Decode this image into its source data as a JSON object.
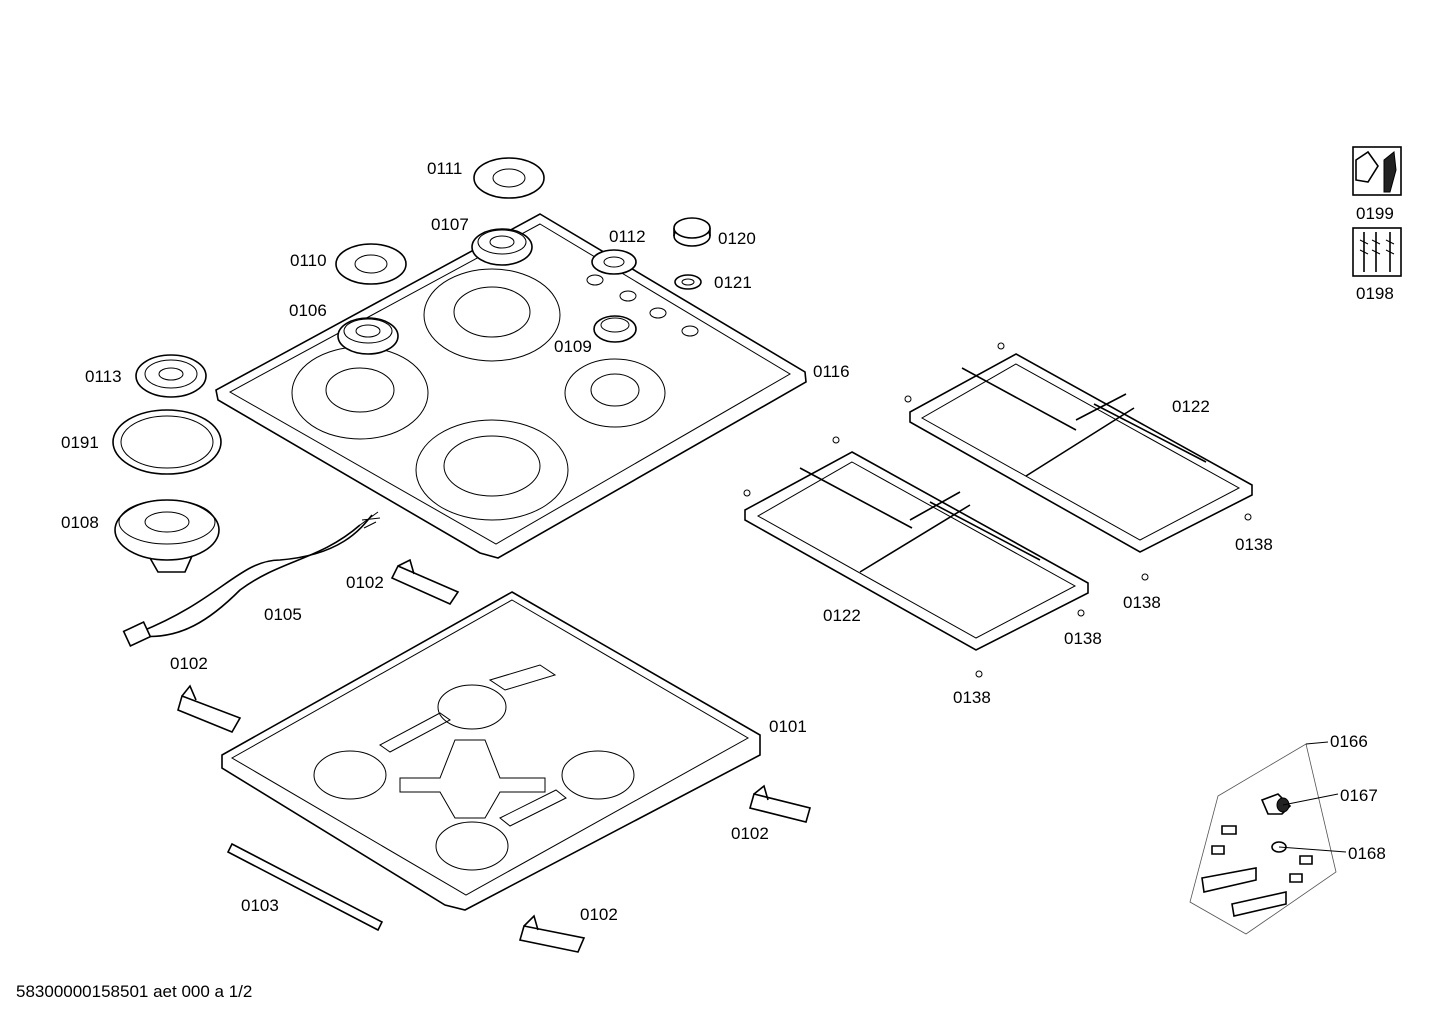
{
  "diagram": {
    "labels": [
      {
        "id": "0111",
        "text": "0111"
      },
      {
        "id": "0107",
        "text": "0107"
      },
      {
        "id": "0112",
        "text": "0112"
      },
      {
        "id": "0120",
        "text": "0120"
      },
      {
        "id": "0121",
        "text": "0121"
      },
      {
        "id": "0110",
        "text": "0110"
      },
      {
        "id": "0106",
        "text": "0106"
      },
      {
        "id": "0109",
        "text": "0109"
      },
      {
        "id": "0116",
        "text": "0116"
      },
      {
        "id": "0113",
        "text": "0113"
      },
      {
        "id": "0191",
        "text": "0191"
      },
      {
        "id": "0108",
        "text": "0108"
      },
      {
        "id": "0105",
        "text": "0105"
      },
      {
        "id": "0102a",
        "text": "0102"
      },
      {
        "id": "0102b",
        "text": "0102"
      },
      {
        "id": "0102c",
        "text": "0102"
      },
      {
        "id": "0102d",
        "text": "0102"
      },
      {
        "id": "0101",
        "text": "0101"
      },
      {
        "id": "0103",
        "text": "0103"
      },
      {
        "id": "0122a",
        "text": "0122"
      },
      {
        "id": "0122b",
        "text": "0122"
      },
      {
        "id": "0138a",
        "text": "0138"
      },
      {
        "id": "0138b",
        "text": "0138"
      },
      {
        "id": "0138c",
        "text": "0138"
      },
      {
        "id": "0138d",
        "text": "0138"
      },
      {
        "id": "0199",
        "text": "0199"
      },
      {
        "id": "0198",
        "text": "0198"
      },
      {
        "id": "0166",
        "text": "0166"
      },
      {
        "id": "0167",
        "text": "0167"
      },
      {
        "id": "0168",
        "text": "0168"
      }
    ],
    "footer": "58300000158501 aet 000 a 1/2"
  }
}
